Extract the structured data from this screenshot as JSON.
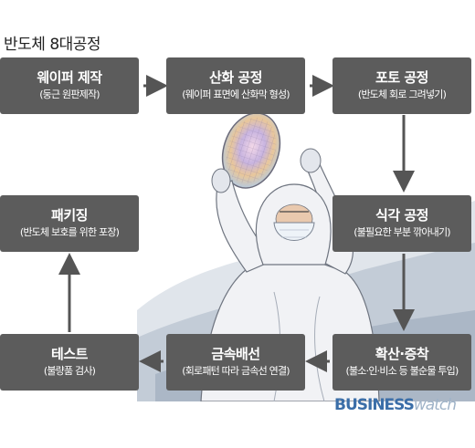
{
  "title": "반도체 8대공정",
  "steps": [
    {
      "name": "웨이퍼 제작",
      "desc": "(둥근 원판제작)"
    },
    {
      "name": "산화 공정",
      "desc": "(웨이퍼 표면에 산화막 형성)"
    },
    {
      "name": "포토 공정",
      "desc": "(반도체 회로 그려넣기)"
    },
    {
      "name": "식각 공정",
      "desc": "(불필요한 부분 깎아내기)"
    },
    {
      "name": "확산·증착",
      "desc": "(불소·인·비소 등 불순물 투입)"
    },
    {
      "name": "금속배선",
      "desc": "(회로패턴 따라 금속선 연결)"
    },
    {
      "name": "테스트",
      "desc": "(불량품 검사)"
    },
    {
      "name": "패키징",
      "desc": "(반도체 보호를 위한 포장)"
    }
  ],
  "logo": {
    "strong": "BUSINESS",
    "light": "watch"
  },
  "colors": {
    "box": "#5c5c5c",
    "arrow": "#555555",
    "logo_strong": "#3b6ea8",
    "logo_light": "#9fb3c8"
  }
}
